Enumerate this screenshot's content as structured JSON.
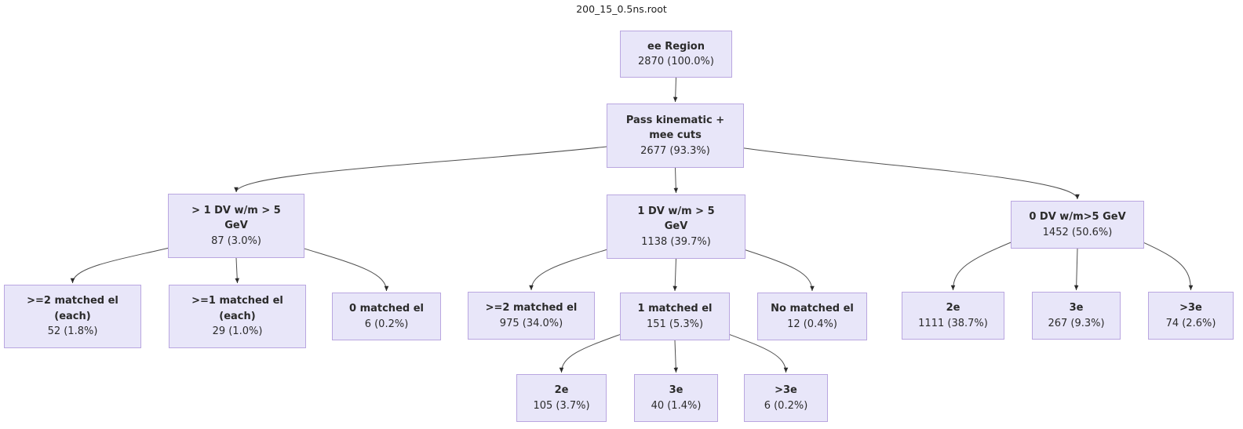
{
  "title": "200_15_0.5ns.root",
  "colors": {
    "node_fill": "#e8e6f9",
    "node_border": "#b9a6e0",
    "edge": "#4f4f4f",
    "arrow": "#2b2b2b",
    "text": "#2b2b2b",
    "background": "#ffffff"
  },
  "nodes": [
    {
      "id": "ee_region",
      "label": "ee Region",
      "value": "2870 (100.0%)"
    },
    {
      "id": "pass_kinematic",
      "label": "Pass kinematic +\nmee cuts",
      "value": "2677 (93.3%)"
    },
    {
      "id": "gt1_dv",
      "label": "> 1 DV w/m > 5\nGeV",
      "value": "87 (3.0%)"
    },
    {
      "id": "one_dv",
      "label": "1 DV w/m > 5\nGeV",
      "value": "1138 (39.7%)"
    },
    {
      "id": "zero_dv",
      "label": "0 DV w/m>5 GeV",
      "value": "1452 (50.6%)"
    },
    {
      "id": "ge2_matched_each",
      "label": ">=2 matched el\n(each)",
      "value": "52 (1.8%)"
    },
    {
      "id": "ge1_matched_each",
      "label": ">=1 matched el\n(each)",
      "value": "29 (1.0%)"
    },
    {
      "id": "zero_matched",
      "label": "0 matched el",
      "value": "6 (0.2%)"
    },
    {
      "id": "ge2_matched",
      "label": ">=2 matched el",
      "value": "975 (34.0%)"
    },
    {
      "id": "one_matched",
      "label": "1 matched el",
      "value": "151 (5.3%)"
    },
    {
      "id": "no_matched",
      "label": "No matched el",
      "value": "12 (0.4%)"
    },
    {
      "id": "two_e_0dv",
      "label": "2e",
      "value": "1111 (38.7%)"
    },
    {
      "id": "three_e_0dv",
      "label": "3e",
      "value": "267 (9.3%)"
    },
    {
      "id": "gt3_e_0dv",
      "label": ">3e",
      "value": "74 (2.6%)"
    },
    {
      "id": "two_e_1m",
      "label": "2e",
      "value": "105 (3.7%)"
    },
    {
      "id": "three_e_1m",
      "label": "3e",
      "value": "40 (1.4%)"
    },
    {
      "id": "gt3_e_1m",
      "label": ">3e",
      "value": "6 (0.2%)"
    }
  ],
  "edges": [
    {
      "from": "ee_region",
      "to": "pass_kinematic"
    },
    {
      "from": "pass_kinematic",
      "to": "gt1_dv"
    },
    {
      "from": "pass_kinematic",
      "to": "one_dv"
    },
    {
      "from": "pass_kinematic",
      "to": "zero_dv"
    },
    {
      "from": "gt1_dv",
      "to": "ge2_matched_each"
    },
    {
      "from": "gt1_dv",
      "to": "ge1_matched_each"
    },
    {
      "from": "gt1_dv",
      "to": "zero_matched"
    },
    {
      "from": "one_dv",
      "to": "ge2_matched"
    },
    {
      "from": "one_dv",
      "to": "one_matched"
    },
    {
      "from": "one_dv",
      "to": "no_matched"
    },
    {
      "from": "zero_dv",
      "to": "two_e_0dv"
    },
    {
      "from": "zero_dv",
      "to": "three_e_0dv"
    },
    {
      "from": "zero_dv",
      "to": "gt3_e_0dv"
    },
    {
      "from": "one_matched",
      "to": "two_e_1m"
    },
    {
      "from": "one_matched",
      "to": "three_e_1m"
    },
    {
      "from": "one_matched",
      "to": "gt3_e_1m"
    }
  ]
}
